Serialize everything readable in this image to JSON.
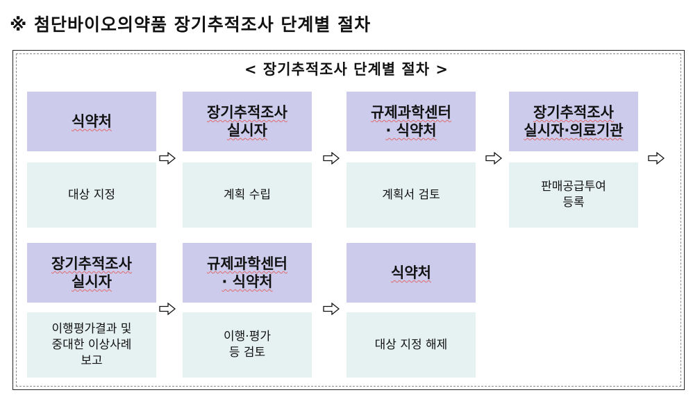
{
  "title": "※ 첨단바이오의약품 장기추적조사 단계별 절차",
  "subtitle": "< 장기추적조사 단계별 절차 >",
  "arrow_icon": "right-outline-arrow-icon",
  "colors": {
    "head": "#cccbec",
    "body": "#e5f2f1"
  },
  "row1": [
    {
      "actor": "식약처",
      "task": "대상 지정"
    },
    {
      "actor": "장기추적조사\n실시자",
      "task": "계획 수립"
    },
    {
      "actor": "규제과학센터\n· 식약처",
      "task": "계획서 검토"
    },
    {
      "actor": "장기추적조사\n실시자·의료기관",
      "task": "판매공급투여\n등록"
    }
  ],
  "row2": [
    {
      "actor": "장기추적조사\n실시자",
      "task": "이행평가결과 및\n중대한 이상사례\n보고"
    },
    {
      "actor": "규제과학센터\n· 식약처",
      "task": "이행·평가\n등 검토"
    },
    {
      "actor": "식약처",
      "task": "대상 지정 해제"
    }
  ]
}
